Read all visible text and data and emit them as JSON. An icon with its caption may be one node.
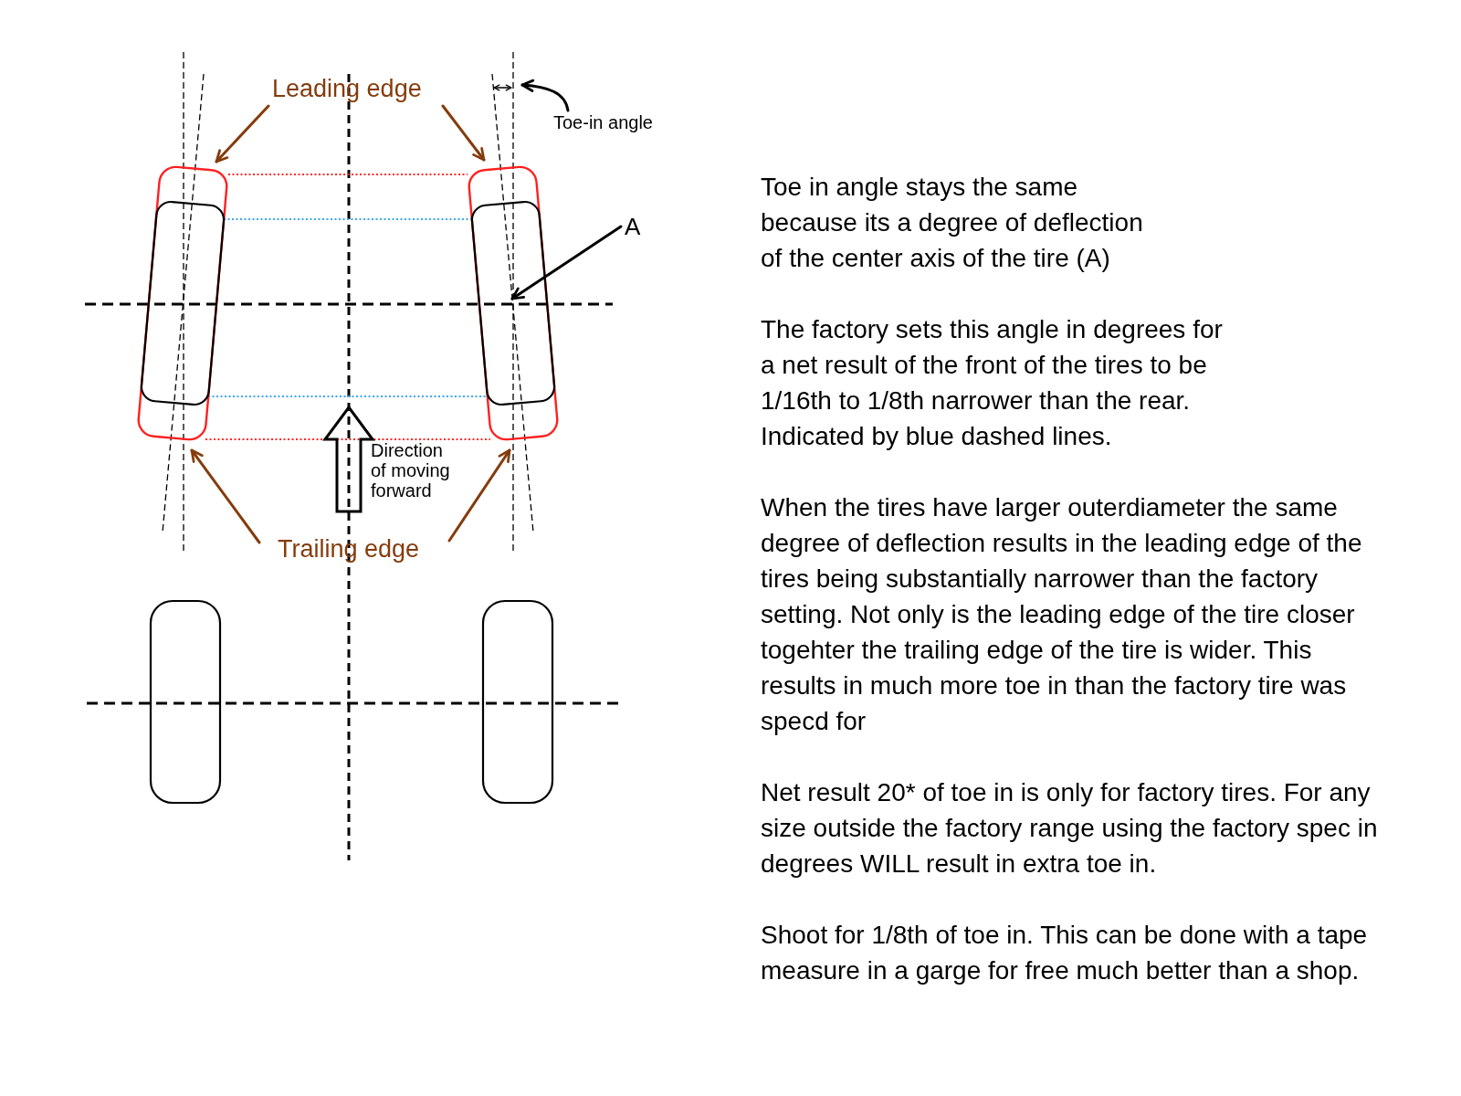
{
  "diagram": {
    "nodes": [
      {
        "text": [
          "Leading edge"
        ]
      },
      {
        "text": [
          "Toe-in angle"
        ]
      },
      {
        "text": [],
        "shape": "box"
      },
      {
        "text": [],
        "shape": "box"
      },
      {
        "text": [
          "A"
        ]
      },
      {
        "text": [
          "Trailing edge"
        ]
      },
      {
        "text": [],
        "shape": "box"
      },
      {
        "text": [],
        "shape": "box"
      }
    ],
    "edges": [
      {
        "from": 0,
        "to": 2,
        "arrow": "to"
      },
      {
        "from": 0,
        "to": 3,
        "arrow": "to"
      },
      {
        "from": 1,
        "to": null,
        "arrow": "to",
        "color": "#000000"
      },
      {
        "from": 4,
        "to": 3,
        "arrow": "to",
        "color": "#000000"
      },
      {
        "from": 5,
        "to": 2,
        "arrow": "to"
      },
      {
        "from": 5,
        "to": 3,
        "arrow": "to"
      }
    ],
    "labels": [
      "Direction of moving forward",
      "Toe in angle stays the same because its a degree of deflection of the center axis of the tire (A)",
      "The factory sets this angle in degrees for a net result of the front of the tires to be 1/16th to 1/8th narrower than the rear. Indicated by blue dashed lines.",
      "When the tires have larger outerdiameter the same degree of deflection results in the leading edge of the tires being substantially narrower than the factory setting. Not only is the leading edge of the tire closer togehter the trailing edge of the tire is wider. This results in much more toe in than the factory tire was specd for",
      "Net result 20* of toe in is only for factory tires. For any size outside the factory range using the factory spec in degrees WILL result in extra toe in.",
      "Shoot for 1/8th of toe in. This can be done with a tape measure in a garge for free much better than a shop."
    ]
  }
}
